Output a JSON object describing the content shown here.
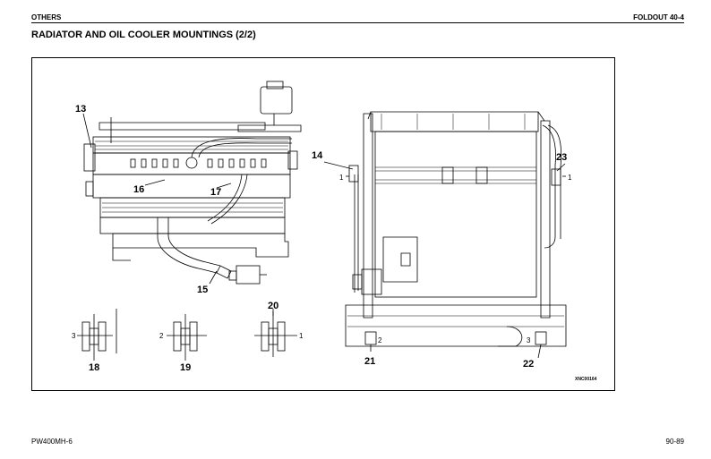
{
  "header": {
    "section": "OTHERS",
    "foldout": "FOLDOUT 40-4"
  },
  "page": {
    "title": "RADIATOR AND OIL COOLER MOUNTINGS (2/2)"
  },
  "figure": {
    "callouts": {
      "c13": "13",
      "c14": "14",
      "c15": "15",
      "c16": "16",
      "c17": "17",
      "c18": "18",
      "c19": "19",
      "c20": "20",
      "c21": "21",
      "c22": "22",
      "c23": "23"
    },
    "refs": {
      "r14": "1",
      "r23": "1",
      "r18": "3",
      "r19": "2",
      "r20": "1",
      "r21": "2",
      "r22": "3"
    },
    "drawing_code": "XNC00164"
  },
  "footer": {
    "model": "PW400MH-6",
    "page_number": "90-89"
  }
}
